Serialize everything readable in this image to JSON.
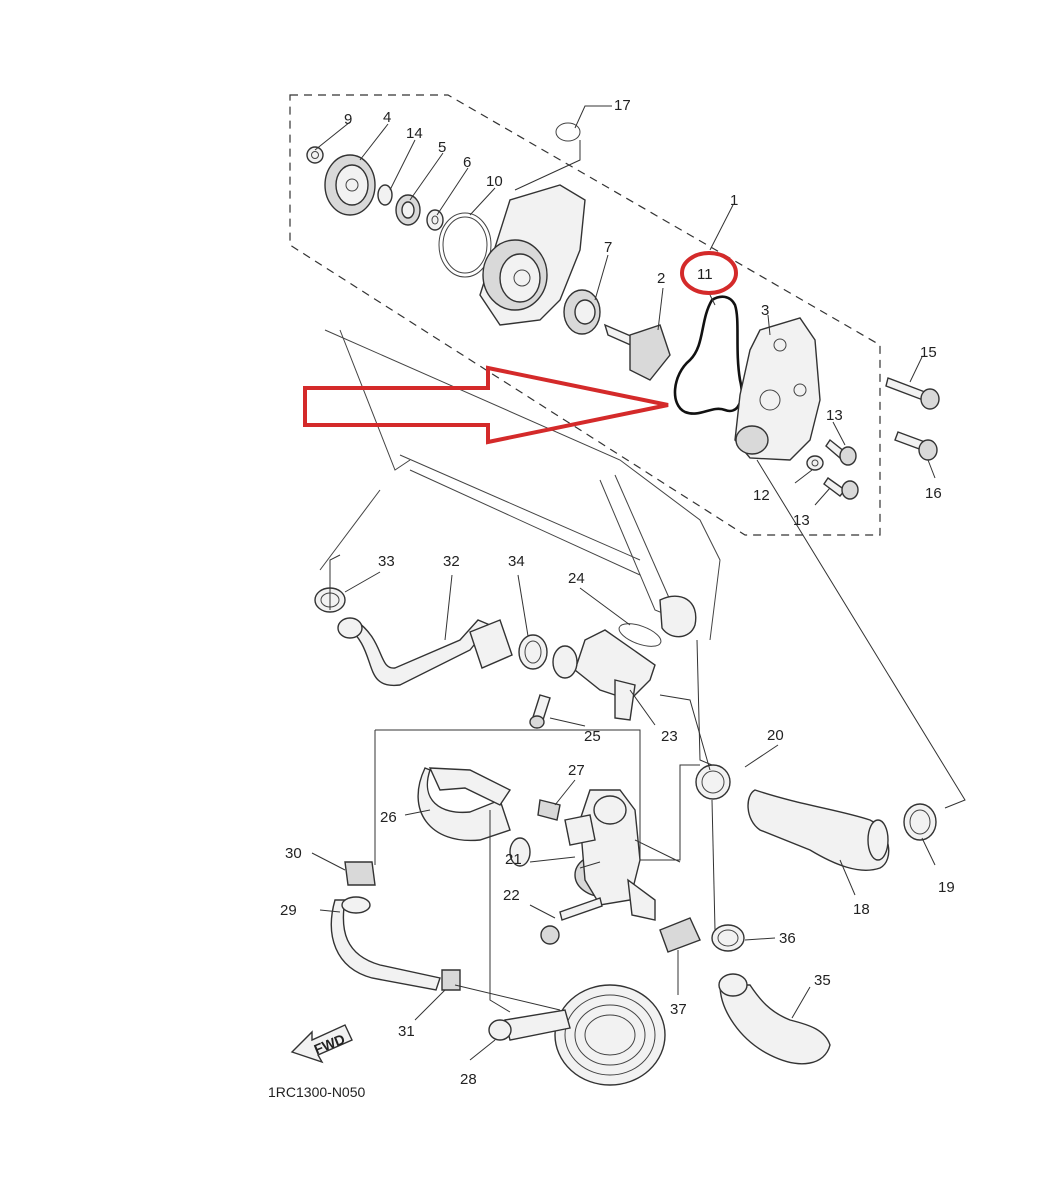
{
  "diagram": {
    "code": "1RC1300-N050",
    "fwd_label": "FWD",
    "highlight_color": "#d42a2a",
    "callouts": {
      "c1": "1",
      "c2": "2",
      "c3": "3",
      "c4": "4",
      "c5": "5",
      "c6": "6",
      "c7": "7",
      "c9": "9",
      "c10": "10",
      "c11": "11",
      "c12": "12",
      "c13a": "13",
      "c13b": "13",
      "c14": "14",
      "c15": "15",
      "c16": "16",
      "c17": "17",
      "c18": "18",
      "c19": "19",
      "c20": "20",
      "c21": "21",
      "c22": "22",
      "c23": "23",
      "c24": "24",
      "c25": "25",
      "c26": "26",
      "c27": "27",
      "c28": "28",
      "c29": "29",
      "c30": "30",
      "c31": "31",
      "c32": "32",
      "c33": "33",
      "c34": "34",
      "c35": "35",
      "c36": "36",
      "c37": "37"
    }
  }
}
